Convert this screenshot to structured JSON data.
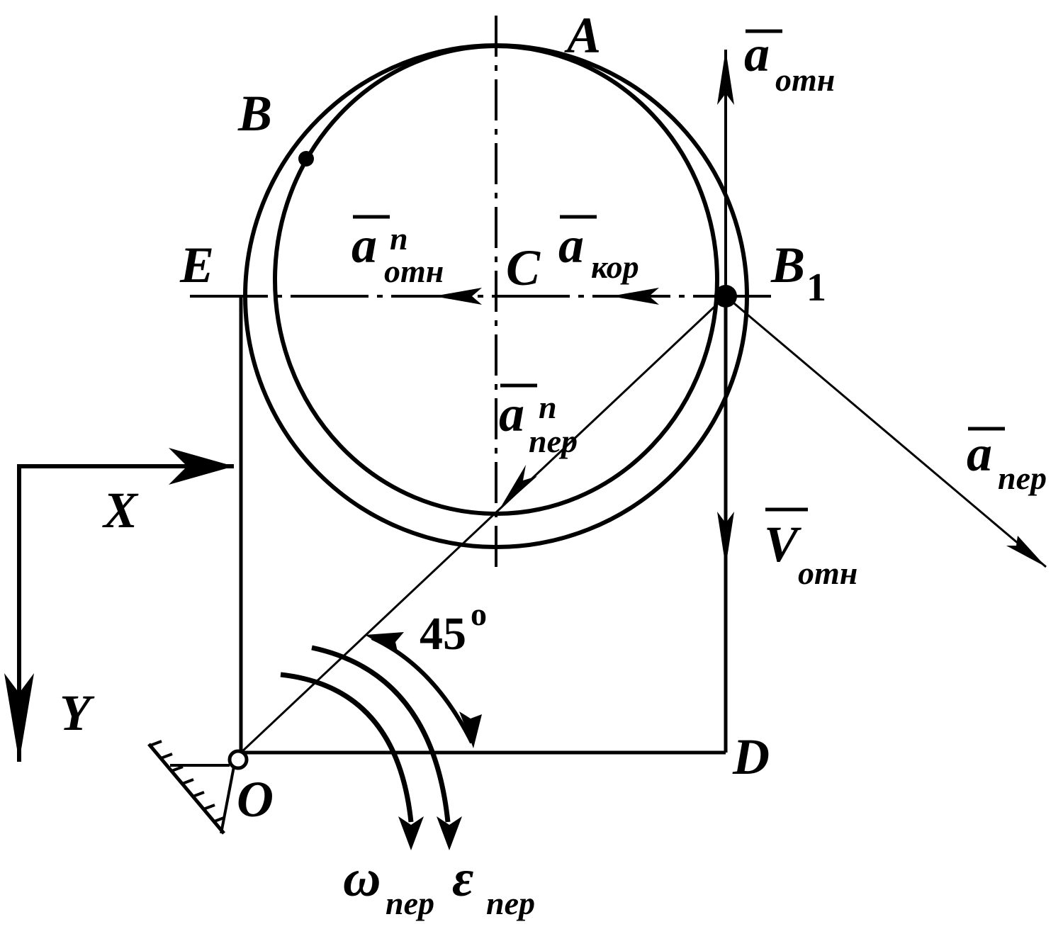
{
  "colors": {
    "ink": "#000000",
    "background": "#ffffff"
  },
  "points": {
    "A": "A",
    "B": "B",
    "B1_letter": "B",
    "B1_index": "1",
    "C": "C",
    "D": "D",
    "E": "E",
    "O": "O"
  },
  "axes": {
    "x": "X",
    "y": "Y"
  },
  "angle": {
    "value": "45",
    "unit": "o"
  },
  "vectors": {
    "a_otn": {
      "symbol": "a",
      "sub": "отн"
    },
    "a_n_otn": {
      "symbol": "a",
      "sup": "n",
      "sub": "отн"
    },
    "a_kor": {
      "symbol": "a",
      "sub": "кор"
    },
    "a_n_per": {
      "symbol": "a",
      "sup": "n",
      "sub": "пер"
    },
    "a_per": {
      "symbol": "a",
      "sub": "пер"
    },
    "V_otn": {
      "symbol": "V",
      "sub": "отн"
    }
  },
  "rotation": {
    "omega": {
      "symbol": "ω",
      "sub": "пер"
    },
    "epsilon": {
      "symbol": "ε",
      "sub": "пер"
    }
  }
}
